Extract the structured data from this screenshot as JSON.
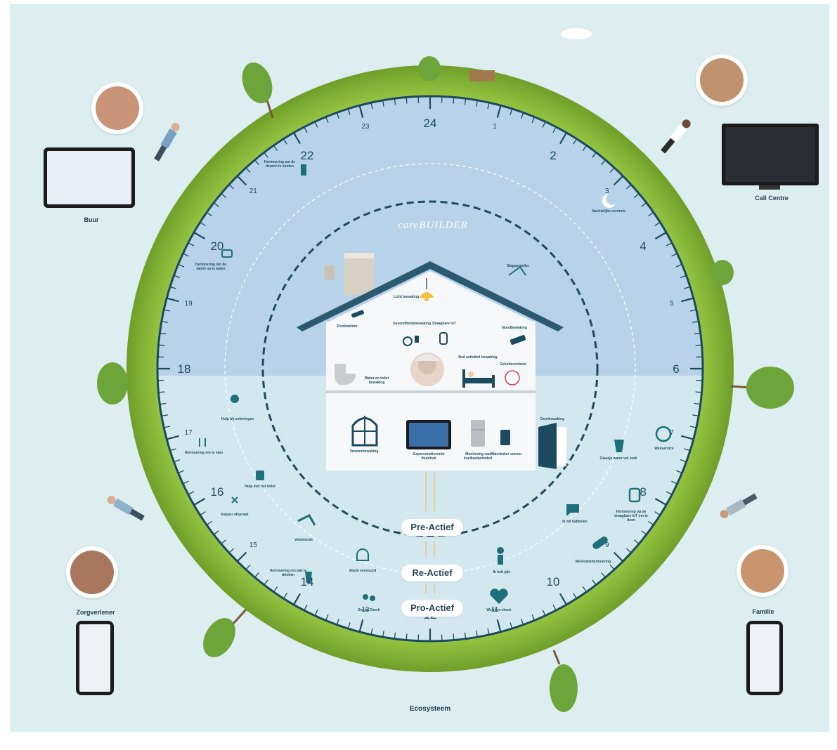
{
  "title": "Ecosysteem",
  "brand": "careBUILDER",
  "actors": {
    "buur": "Buur",
    "call_centre": "Call Centre",
    "zorgverlener": "Zorgverlener",
    "familie": "Familie"
  },
  "modes": [
    "Pre-Actief",
    "Re-Actief",
    "Pro-Actief"
  ],
  "clock": {
    "major_hours": [
      "24",
      "2",
      "4",
      "6",
      "8",
      "10",
      "12",
      "14",
      "16",
      "18",
      "20",
      "22"
    ],
    "minor_hours": [
      "1",
      "3",
      "5",
      "7",
      "9",
      "11",
      "13",
      "15",
      "17",
      "19",
      "21",
      "23"
    ]
  },
  "ring_items": {
    "nachtelijke_controle": "Nachtelijke controle",
    "stappenteller": "Stappenteller",
    "wekservice": "Wekservice",
    "glaasje_water": "Glaasje water vol zeek",
    "herinnering_draagbare": "Herinnering op de draagbare IoT om te doen",
    "ik_wil_babbelen": "Ik wil babbelen",
    "medicatieherinnering": "Medicatieherinnering",
    "ik_heb_pijn": "Ik heb pijn",
    "wellness_check": "Welzijns check",
    "social_check": "Social Check",
    "alarm_verstuurd": "Alarm verstuurd",
    "herinnering_drinken": "Herinnering om wat te drinken",
    "valdetectie": "Valdetectie",
    "kapper_afspraak": "Kapper afspraak",
    "hulp_toilet": "Hulp met het toilet",
    "herinnering_eten": "Herinnering om te eten",
    "hulp_oefeningen": "Hulp bij oefeningen",
    "herinnering_tablet": "Herinnering om de tablet op te laden",
    "herinnering_deuren": "Herinnering om de deuren te sluiten"
  },
  "house_items": {
    "licht": "Licht bewaking",
    "rookmelder": "Rookmelder",
    "gezondheid": "Gezondheidsbewaking",
    "draagbare_iot": "Draagbare IoT",
    "noodbewaking": "Noodbewaking",
    "water_toilet": "Water en toilet bewaking",
    "bed_activiteit": "Bed activiteit bewaking",
    "geluidscontrole": "Geluidscontrole",
    "vensterbewaking": "Vensterbewaking",
    "gepersonaliseerde": "Gepersonaliseerde thuishub",
    "koelkast": "Monitoring van koelkastactiviteit",
    "waterkoker": "Waterkoker sensor",
    "deurbewaking": "Deurbewaking"
  },
  "colors": {
    "sky": "#b9d3ea",
    "ground": "#d4e9ee",
    "grass": "#8dbd3a",
    "navy": "#1c4a5e",
    "teal": "#1e6f7a",
    "lamp": "#f3c242"
  }
}
